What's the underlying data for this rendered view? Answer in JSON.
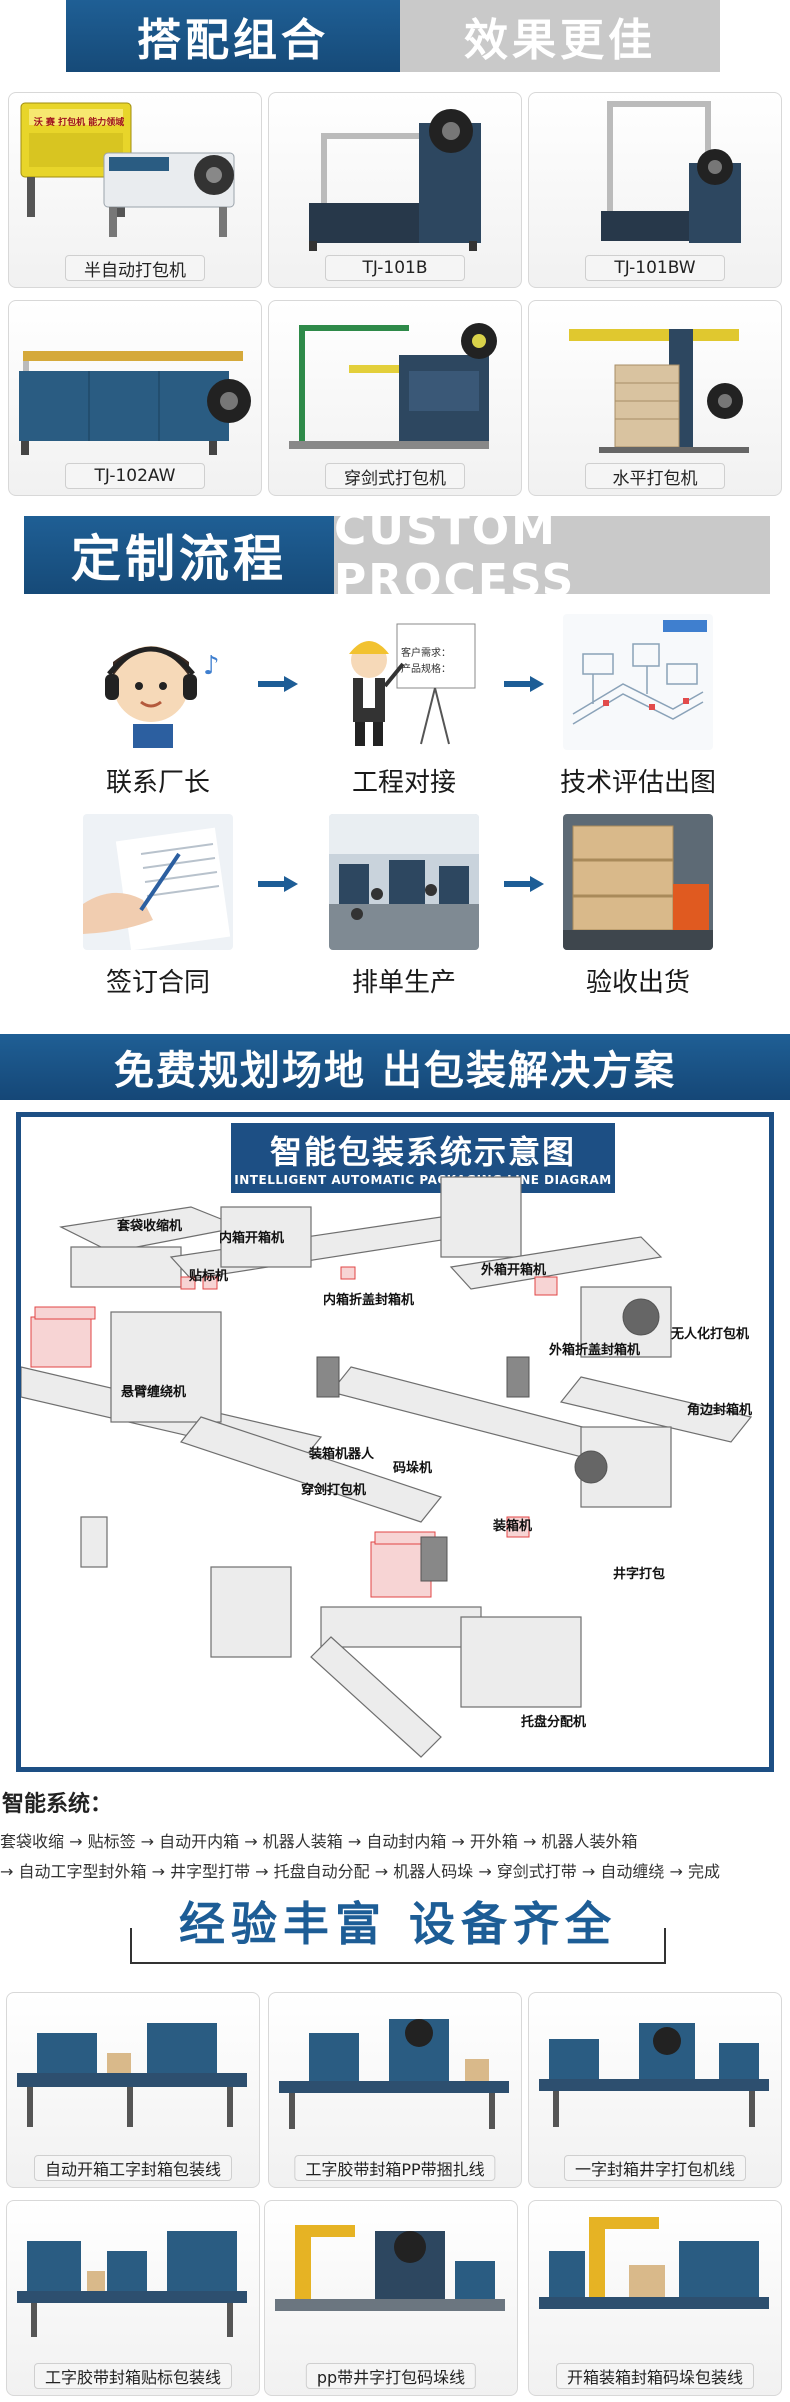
{
  "section1": {
    "title_left": "搭配组合",
    "title_right": "效果更佳",
    "machines": [
      {
        "label": "半自动打包机",
        "machine_text": "沃  赛  打包机  能力领域"
      },
      {
        "label": "TJ-101B"
      },
      {
        "label": "TJ-101BW"
      },
      {
        "label": "TJ-102AW"
      },
      {
        "label": "穿剑式打包机"
      },
      {
        "label": "水平打包机"
      }
    ]
  },
  "section2": {
    "title_left": "定制流程",
    "title_right": "CUSTOM PROCESS",
    "steps": [
      {
        "label": "联系厂长"
      },
      {
        "label": "工程对接",
        "board_line1": "客户需求：",
        "board_line2": "产品规格："
      },
      {
        "label": "技术评估出图"
      },
      {
        "label": "签订合同"
      },
      {
        "label": "排单生产"
      },
      {
        "label": "验收出货"
      }
    ]
  },
  "section3": {
    "title": "免费规划场地 出包装解决方案",
    "diagram_title_cn": "智能包装系统示意图",
    "diagram_title_en": "INTELLIGENT AUTOMATIC PACKAGING LINE DIAGRAM",
    "labels": {
      "l1": "套袋收缩机",
      "l2": "内箱开箱机",
      "l3": "贴标机",
      "l4": "内箱折盖封箱机",
      "l5": "外箱开箱机",
      "l6": "外箱折盖封箱机",
      "l7": "无人化打包机",
      "l8": "悬臂缠绕机",
      "l9": "装箱机器人",
      "l10": "码垛机",
      "l11": "穿剑打包机",
      "l12": "装箱机",
      "l13": "角边封箱机",
      "l14": "井字打包",
      "l15": "托盘分配机"
    },
    "system_title": "智能系统：",
    "system_line1": "套袋收缩 → 贴标签 → 自动开内箱 → 机器人装箱 → 自动封内箱 → 开外箱 → 机器人装外箱",
    "system_line2": "→ 自动工字型封外箱 → 井字型打带 → 托盘自动分配 → 机器人码垛 → 穿剑式打带 → 自动缠绕 → 完成"
  },
  "section4": {
    "title": "经验丰富  设备齐全",
    "lines": [
      {
        "label": "自动开箱工字封箱包装线"
      },
      {
        "label": "工字胶带封箱PP带捆扎线"
      },
      {
        "label": "一字封箱井字打包机线"
      },
      {
        "label": "工字胶带封箱贴标包装线"
      },
      {
        "label": "pp带井字打包码垛线"
      },
      {
        "label": "开箱装箱封箱码垛包装线"
      }
    ]
  },
  "colors": {
    "brand_blue": "#1d5d96",
    "banner_gray": "#c9c9c9",
    "machine_blue": "#2a5c82"
  }
}
